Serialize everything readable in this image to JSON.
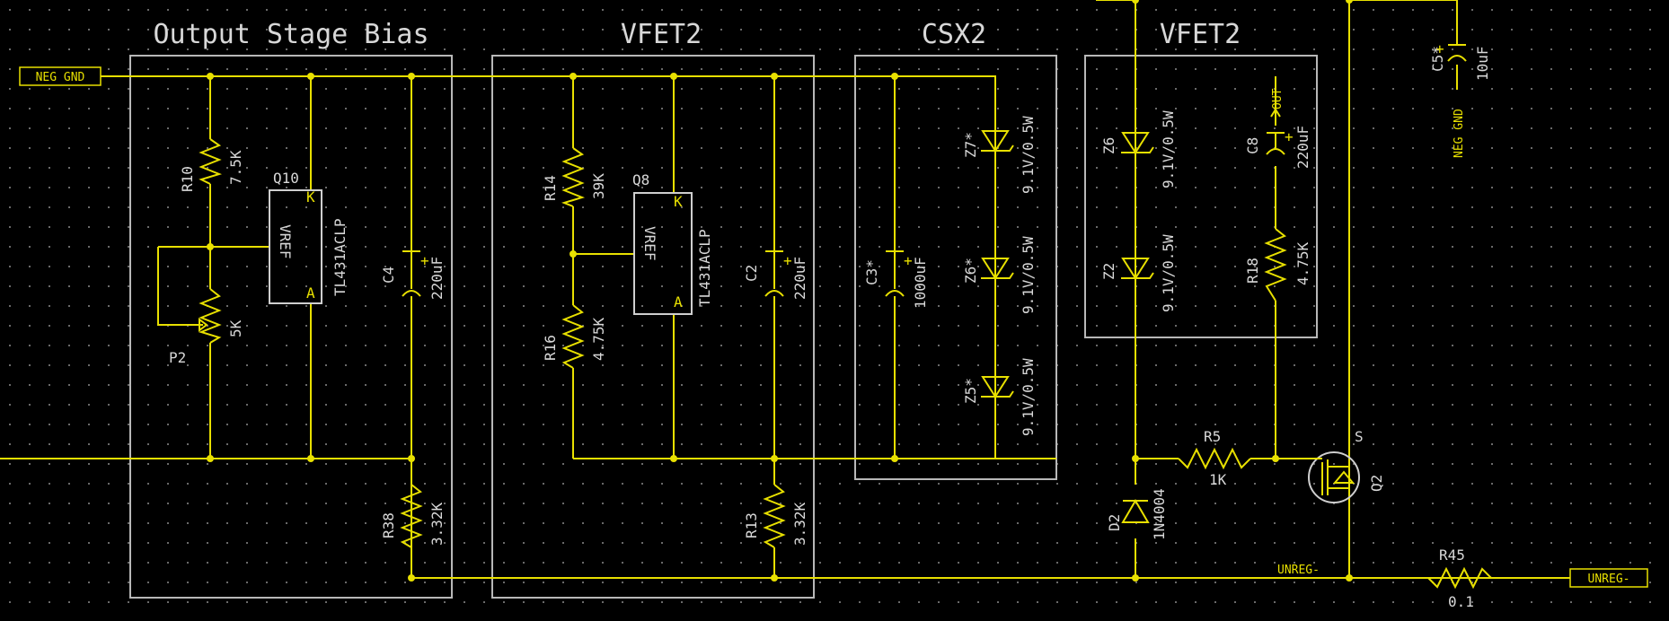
{
  "sections": {
    "output_stage_bias": "Output Stage Bias",
    "vfet2_a": "VFET2",
    "csx2": "CSX2",
    "vfet2_b": "VFET2"
  },
  "ports": {
    "neg_gnd": "NEG GND",
    "unreg_minus": "UNREG-"
  },
  "net_labels": {
    "unreg": "UNREG-",
    "out": "OUT",
    "neg_gnd_small": "NEG GND"
  },
  "pins": {
    "k": "K",
    "a": "A",
    "vref": "VREF",
    "plus": "+",
    "s": "S"
  },
  "components": {
    "r10": {
      "ref": "R10",
      "value": "7.5K"
    },
    "q10": {
      "ref": "Q10",
      "part": "TL431ACLP"
    },
    "p2": {
      "ref": "P2",
      "value": "5K"
    },
    "c4": {
      "ref": "C4",
      "value": "220uF"
    },
    "r38": {
      "ref": "R38",
      "value": "3.32K"
    },
    "r14": {
      "ref": "R14",
      "value": "39K"
    },
    "q8": {
      "ref": "Q8",
      "part": "TL431ACLP"
    },
    "r16": {
      "ref": "R16",
      "value": "4.75K"
    },
    "c2": {
      "ref": "C2",
      "value": "220uF"
    },
    "r13": {
      "ref": "R13",
      "value": "3.32K"
    },
    "c3": {
      "ref": "C3*",
      "value": "1000uF"
    },
    "z7": {
      "ref": "Z7*",
      "value": "9.1V/0.5W"
    },
    "z6s": {
      "ref": "Z6*",
      "value": "9.1V/0.5W"
    },
    "z5": {
      "ref": "Z5*",
      "value": "9.1V/0.5W"
    },
    "z6": {
      "ref": "Z6",
      "value": "9.1V/0.5W"
    },
    "z2": {
      "ref": "Z2",
      "value": "9.1V/0.5W"
    },
    "c8": {
      "ref": "C8",
      "value": "220uF"
    },
    "r18": {
      "ref": "R18",
      "value": "4.75K"
    },
    "c5": {
      "ref": "C5*",
      "value": "10uF"
    },
    "r5": {
      "ref": "R5",
      "value": "1K"
    },
    "q2": {
      "ref": "Q2"
    },
    "d2": {
      "ref": "D2",
      "value": "1N4004"
    },
    "r45": {
      "ref": "R45",
      "value": "0.1"
    }
  }
}
